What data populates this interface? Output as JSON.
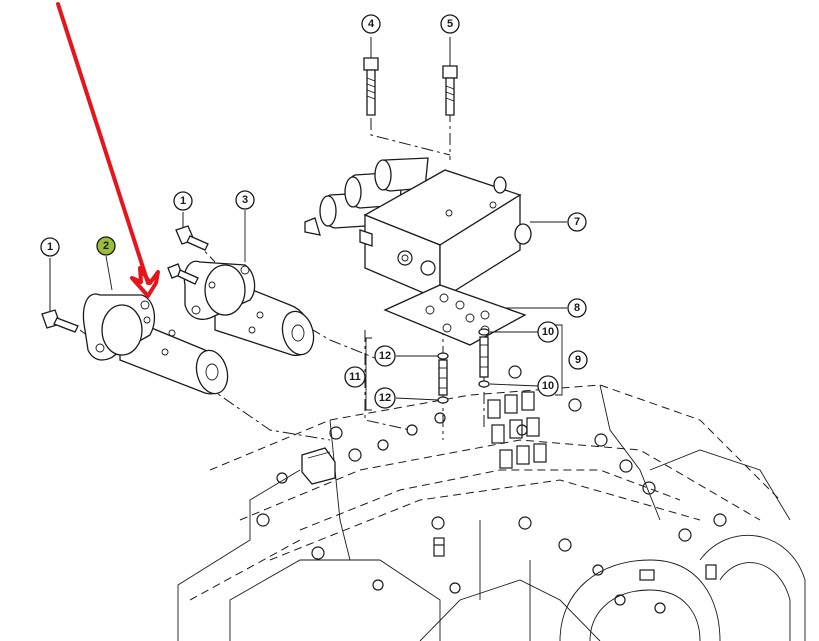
{
  "callouts": [
    {
      "id": "c1a",
      "label": "1"
    },
    {
      "id": "c2",
      "label": "2"
    },
    {
      "id": "c1b",
      "label": "1"
    },
    {
      "id": "c3",
      "label": "3"
    },
    {
      "id": "c4",
      "label": "4"
    },
    {
      "id": "c5",
      "label": "5"
    },
    {
      "id": "c7",
      "label": "7"
    },
    {
      "id": "c8",
      "label": "8"
    },
    {
      "id": "c9",
      "label": "9"
    },
    {
      "id": "c10a",
      "label": "10"
    },
    {
      "id": "c10b",
      "label": "10"
    },
    {
      "id": "c11",
      "label": "11"
    },
    {
      "id": "c12a",
      "label": "12"
    },
    {
      "id": "c12b",
      "label": "12"
    }
  ],
  "colors": {
    "highlight_circle": "#9bbf3c",
    "arrow": "#e8141c",
    "ink": "#1a1a1a"
  },
  "icons": {
    "pointer": "red-arrow-icon"
  }
}
